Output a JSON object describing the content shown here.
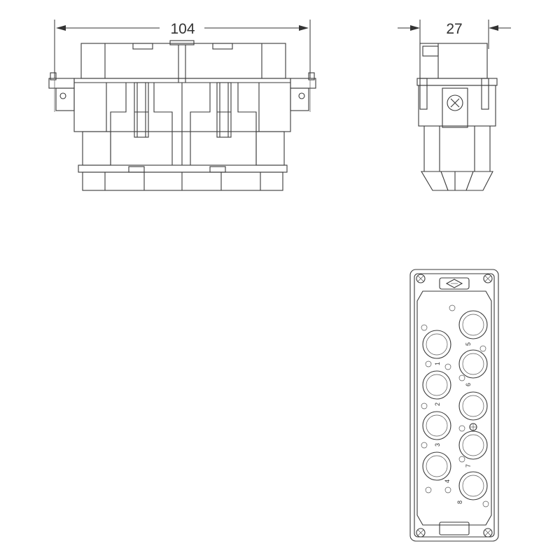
{
  "dimensions": {
    "width": "104",
    "depth": "27"
  },
  "pins": [
    {
      "label": "1"
    },
    {
      "label": "2"
    },
    {
      "label": "3"
    },
    {
      "label": "4"
    },
    {
      "label": "5"
    },
    {
      "label": "6"
    },
    {
      "label": "7"
    },
    {
      "label": "8"
    }
  ],
  "colors": {
    "line": "#3a3a3a",
    "background": "#ffffff"
  }
}
